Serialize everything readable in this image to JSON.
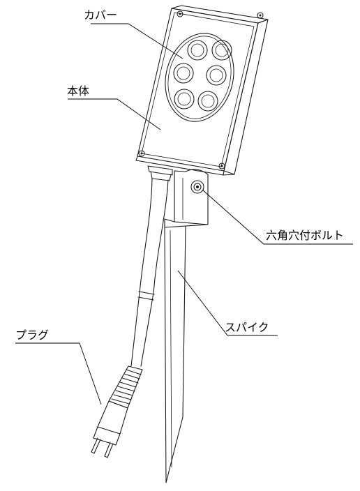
{
  "labels": {
    "cover": "カバー",
    "body": "本体",
    "hex_bolt": "六角穴付ボルト",
    "spike": "スパイク",
    "plug": "プラグ"
  }
}
